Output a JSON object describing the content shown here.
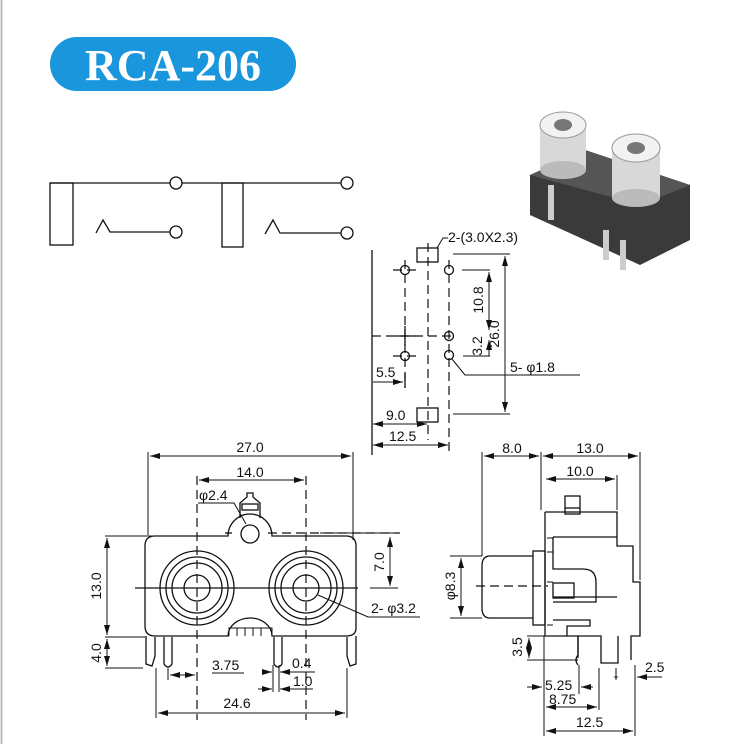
{
  "title": "RCA-206",
  "colors": {
    "title_bg": "#1a96dc",
    "title_text": "#ffffff",
    "line": "#111111"
  },
  "pcb_layout": {
    "pad_note": "2-(3.0X2.3)",
    "hole_note": "5- φ1.8",
    "dim_26": "26.0",
    "dim_10_8": "10.8",
    "dim_3_2": "3.2",
    "dim_5_5": "5.5",
    "dim_9_0": "9.0",
    "dim_12_5": "12.5"
  },
  "front_view": {
    "dim_27": "27.0",
    "dim_14": "14.0",
    "post_note": "φ2.4",
    "jack_note": "2- φ3.2",
    "dim_13": "13.0",
    "dim_4": "4.0",
    "dim_7": "7.0",
    "dim_3_75": "3.75",
    "dim_0_4": "0.4",
    "dim_1_0": "1.0",
    "dim_24_6": "24.6"
  },
  "side_view": {
    "dim_8": "8.0",
    "dim_13": "13.0",
    "dim_10": "10.0",
    "dim_8_3": "φ8.3",
    "dim_3_5": "3.5",
    "dim_5_25": "5.25",
    "dim_8_75": "8.75",
    "dim_12_5": "12.5",
    "dim_2_5": "2.5"
  }
}
